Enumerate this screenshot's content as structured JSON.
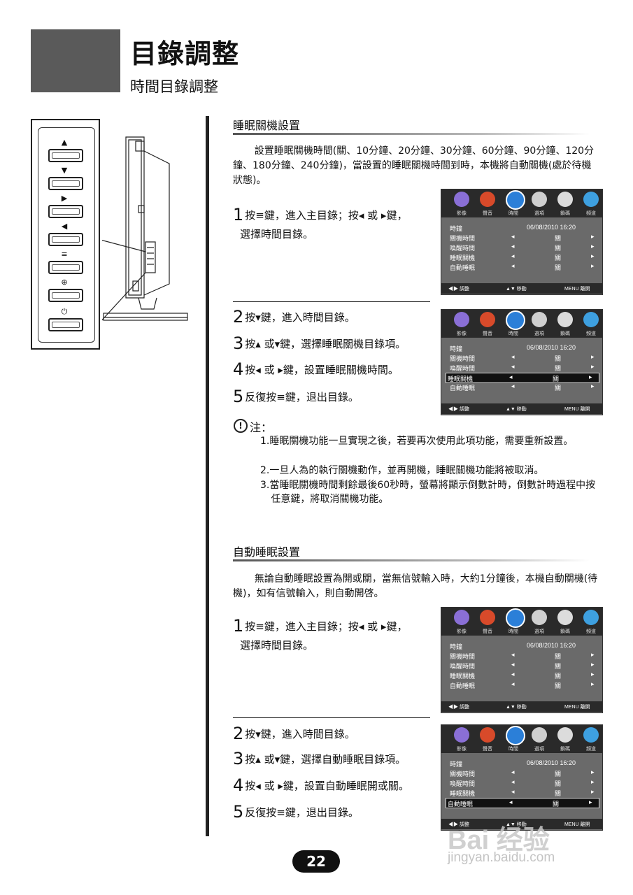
{
  "header": {
    "title": "目錄調整",
    "subtitle": "時間目錄調整"
  },
  "panel": {
    "glyphs": [
      "▲",
      "▼",
      "▶",
      "◀",
      "≡",
      "⊕",
      "⏻"
    ]
  },
  "section1": {
    "heading": "睡眠關機設置",
    "paragraph": "設置睡眠關機時間(關、10分鐘、20分鐘、30分鐘、60分鐘、90分鐘、120分鐘、180分鐘、240分鐘)，當設置的睡眠關機時間到時，本機將自動關機(處於待機狀態)。",
    "step1": {
      "num": "1",
      "text": "按≡鍵，進入主目錄；按◂ 或 ▸鍵，",
      "cont": "選擇時間目錄。"
    },
    "step2": {
      "num": "2",
      "text": "按▾鍵，進入時間目錄。"
    },
    "step3": {
      "num": "3",
      "text": "按▴ 或▾鍵，選擇睡眠關機目錄項。"
    },
    "step4": {
      "num": "4",
      "text": "按◂ 或 ▸鍵，設置睡眠關機時間。"
    },
    "step5": {
      "num": "5",
      "text": "反復按≡鍵，退出目錄。"
    }
  },
  "note": {
    "icon": "!",
    "title": "注：",
    "items": [
      "1.睡眠關機功能一旦實現之後，若要再次使用此項功能，需要重新設置。",
      "2.一旦人為的執行關機動作，並再開機，睡眠關機功能將被取消。",
      "3.當睡眠關機時間剩餘最後60秒時，螢幕將顯示倒數計時，倒數計時過程中按任意鍵，將取消關機功能。"
    ]
  },
  "section2": {
    "heading": "自動睡眠設置",
    "paragraph": "無論自動睡眠設置為開或關，當無信號輸入時，大約1分鐘後，本機自動關機(待機)，如有信號輸入，則自動開啓。",
    "step1": {
      "num": "1",
      "text": "按≡鍵，進入主目錄；按◂ 或 ▸鍵，",
      "cont": "選擇時間目錄。"
    },
    "step2": {
      "num": "2",
      "text": "按▾鍵，進入時間目錄。"
    },
    "step3": {
      "num": "3",
      "text": "按▴ 或▾鍵，選擇自動睡眠目錄項。"
    },
    "step4": {
      "num": "4",
      "text": "按◂ 或 ▸鍵，設置自動睡眠開或關。"
    },
    "step5": {
      "num": "5",
      "text": "反復按≡鍵，退出目錄。"
    }
  },
  "osd": {
    "tabs": [
      "影像",
      "聲音",
      "時間",
      "選項",
      "鎖碼",
      "頻道"
    ],
    "rows": [
      {
        "label": "時鐘",
        "value": "06/08/2010  16:20"
      },
      {
        "label": "關機時間",
        "value": "關"
      },
      {
        "label": "喚醒時間",
        "value": "關"
      },
      {
        "label": "睡眠關機",
        "value": "關"
      },
      {
        "label": "自動睡眠",
        "value": "關"
      }
    ],
    "arrow_left": "◂",
    "arrow_right": "▸",
    "footer": {
      "adjust": "◀▶ 調整",
      "move": "▲▼ 移動",
      "exit": "MENU 離開"
    },
    "colors": {
      "bg": "#6a6a6a",
      "bar": "#2a2a2a"
    }
  },
  "page_number": "22",
  "watermark": {
    "brand": "Bai 经验",
    "url": "jingyan.baidu.com"
  }
}
